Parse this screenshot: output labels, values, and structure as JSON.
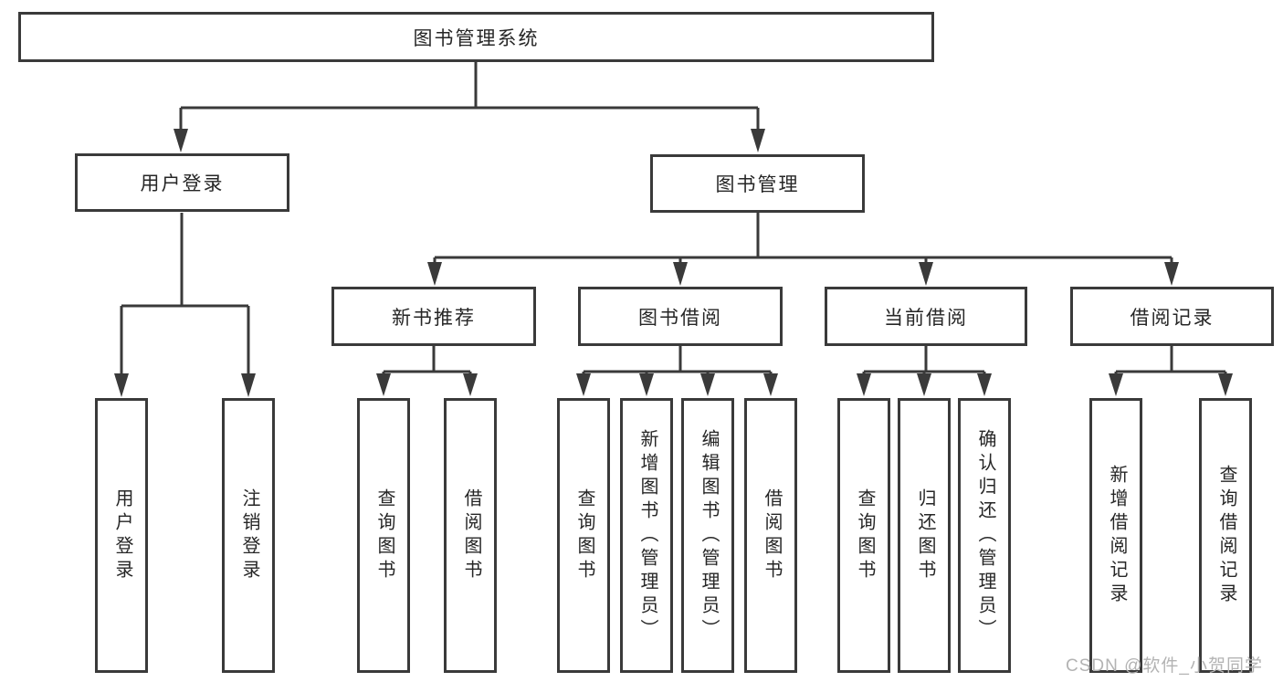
{
  "diagram": {
    "root": {
      "label": "图书管理系统"
    },
    "level1": [
      {
        "label": "用户登录",
        "children": [
          "用户登录",
          "注销登录"
        ]
      },
      {
        "label": "图书管理"
      }
    ],
    "level2": [
      {
        "label": "新书推荐",
        "children": [
          "查询图书",
          "借阅图书"
        ]
      },
      {
        "label": "图书借阅",
        "children": [
          "查询图书",
          "新增图书（管理员）",
          "编辑图书（管理员）",
          "借阅图书"
        ]
      },
      {
        "label": "当前借阅",
        "children": [
          "查询图书",
          "归还图书",
          "确认归还（管理员）"
        ]
      },
      {
        "label": "借阅记录",
        "children": [
          "新增借阅记录",
          "查询借阅记录"
        ]
      }
    ]
  },
  "watermark": {
    "text": "CSDN @软件_小贺同学"
  },
  "colors": {
    "line": "#3a3a3a",
    "box_border": "#3a3a3a",
    "text": "#262626",
    "watermark": "#b3b3b3",
    "background": "#ffffff"
  }
}
